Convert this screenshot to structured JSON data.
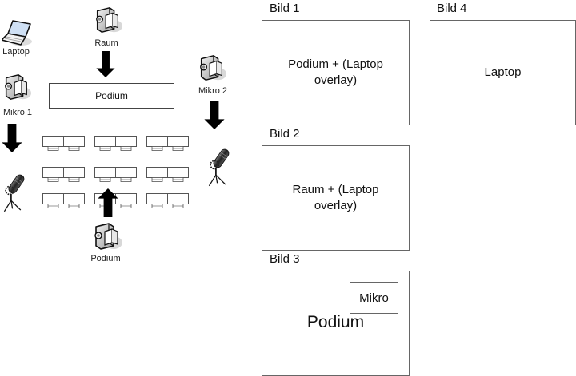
{
  "diagram": {
    "devices": {
      "laptop": {
        "label": "Laptop",
        "icon": "laptop-icon"
      },
      "cam_raum": {
        "label": "Raum",
        "icon": "video-camera-icon"
      },
      "cam_mikro1": {
        "label": "Mikro 1",
        "icon": "video-camera-icon"
      },
      "cam_mikro2": {
        "label": "Mikro 2",
        "icon": "video-camera-icon"
      },
      "cam_podium": {
        "label": "Podium",
        "icon": "video-camera-icon"
      },
      "mic_left": {
        "icon": "microphone-icon"
      },
      "mic_right": {
        "icon": "microphone-icon"
      }
    },
    "podium_box": {
      "label": "Podium"
    },
    "desk_rows": 3,
    "desk_cols": 3
  },
  "frames": {
    "bild1": {
      "title": "Bild 1",
      "line1": "Podium + (Laptop",
      "line2": "overlay)"
    },
    "bild2": {
      "title": "Bild 2",
      "line1": "Raum + (Laptop",
      "line2": "overlay)"
    },
    "bild3": {
      "title": "Bild 3",
      "main": "Podium",
      "inset": "Mikro"
    },
    "bild4": {
      "title": "Bild 4",
      "main": "Laptop"
    }
  }
}
